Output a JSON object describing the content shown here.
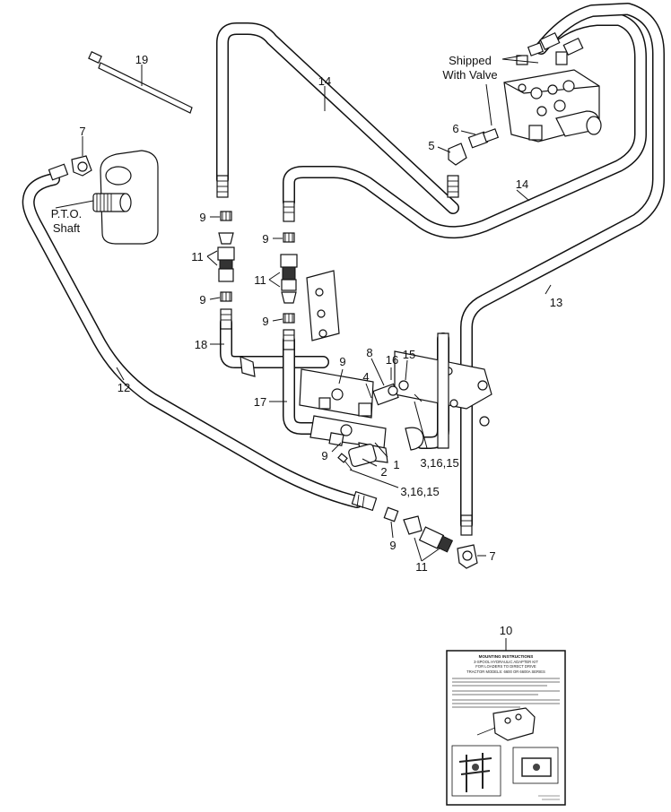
{
  "diagram": {
    "callouts": {
      "c19": "19",
      "c14a": "14",
      "c14b": "14",
      "c7a": "7",
      "c7b": "7",
      "c6": "6",
      "c5": "5",
      "c9a": "9",
      "c9b": "9",
      "c9c": "9",
      "c9d": "9",
      "c9e": "9",
      "c9f": "9",
      "c9g": "9",
      "c11a": "11",
      "c11b": "11",
      "c11c": "11",
      "c13": "13",
      "c18": "18",
      "c17": "17",
      "c12": "12",
      "c8": "8",
      "c4": "4",
      "c16": "16",
      "c15": "15",
      "c1": "1",
      "c2": "2",
      "c316a": "3,16,15",
      "c316b": "3,16,15",
      "c10": "10"
    },
    "annotations": {
      "shipped_line1": "Shipped",
      "shipped_line2": "With Valve",
      "pto_line1": "P.T.O.",
      "pto_line2": "Shaft"
    },
    "instruction_sheet": {
      "heading": "MOUNTING INSTRUCTIONS",
      "subheading1": "3-SPOOL HYDRAULIC ADAPTER KIT",
      "subheading2": "FOR LOADERS TO DIRECT DRIVE",
      "subheading3": "TRACTOR MODELS: 6600 OR 6600A SERIES"
    }
  }
}
